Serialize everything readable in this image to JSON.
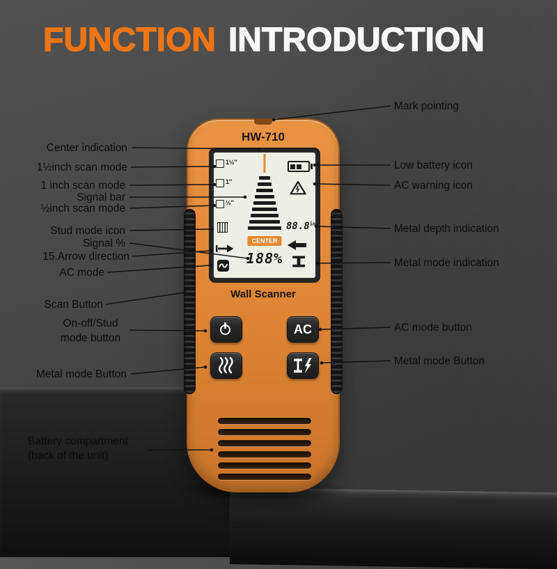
{
  "title": {
    "word1": "FUNCTION",
    "word2": "INTRODUCTION"
  },
  "device": {
    "model": "HW-710",
    "product_label": "Wall Scanner",
    "lcd": {
      "scan_modes": [
        "1½″",
        "1″",
        "½″"
      ],
      "center_badge": "CENTER",
      "signal_percent": "188%",
      "metal_depth": "88.8",
      "metal_depth_unit": "in"
    },
    "buttons": {
      "ac_label": "AC"
    }
  },
  "callouts": {
    "left": [
      {
        "label": "Center indication"
      },
      {
        "label": "1½inch scan mode"
      },
      {
        "label": "1 inch scan mode"
      },
      {
        "label": "Signal bar"
      },
      {
        "label": "½inch scan mode"
      },
      {
        "label": "Stud mode icon"
      },
      {
        "label": "Signal %"
      },
      {
        "label": "15.Arrow direction"
      },
      {
        "label": "AC mode"
      },
      {
        "label": "Scan Button"
      },
      {
        "label": "On-off/Stud mode button"
      },
      {
        "label": "Metal mode Button"
      },
      {
        "label": "Battery compartment (back of the unit)"
      }
    ],
    "right": [
      {
        "label": "Mark pointing"
      },
      {
        "label": "Low battery icon"
      },
      {
        "label": "AC warning icon"
      },
      {
        "label": "Metal depth indication"
      },
      {
        "label": "Metal mode indication"
      },
      {
        "label": "AC mode button"
      },
      {
        "label": "Metal mode Button"
      }
    ]
  },
  "colors": {
    "title_orange": "#ee7513",
    "device_orange": "#dd8434",
    "lcd_accent": "#e8872e"
  }
}
